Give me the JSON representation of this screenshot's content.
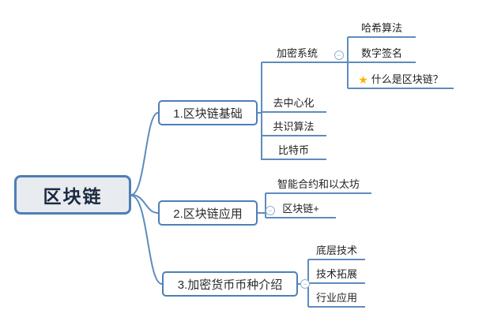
{
  "root": {
    "label": "区块链"
  },
  "branches": [
    {
      "label": "1.区块链基础",
      "children": [
        {
          "label": "加密系统",
          "children": [
            {
              "label": "哈希算法"
            },
            {
              "label": "数字签名"
            },
            {
              "label": "什么是区块链？",
              "marker": "star"
            }
          ]
        },
        {
          "label": "去中心化"
        },
        {
          "label": "共识算法"
        },
        {
          "label": "比特币"
        }
      ]
    },
    {
      "label": "2.区块链应用",
      "children": [
        {
          "label": "智能合约和以太坊"
        },
        {
          "label": "区块链+"
        }
      ]
    },
    {
      "label": "3.加密货币币种介绍",
      "children": [
        {
          "label": "底层技术"
        },
        {
          "label": "技术拓展"
        },
        {
          "label": "行业应用"
        }
      ]
    }
  ],
  "icons": {
    "collapse": "−",
    "star": "★"
  },
  "colors": {
    "line": "#5E8CBE",
    "node_border": "#4D7FB5",
    "root_fill": "#E8EBEF",
    "text": "#222222",
    "star": "#F7B500"
  }
}
